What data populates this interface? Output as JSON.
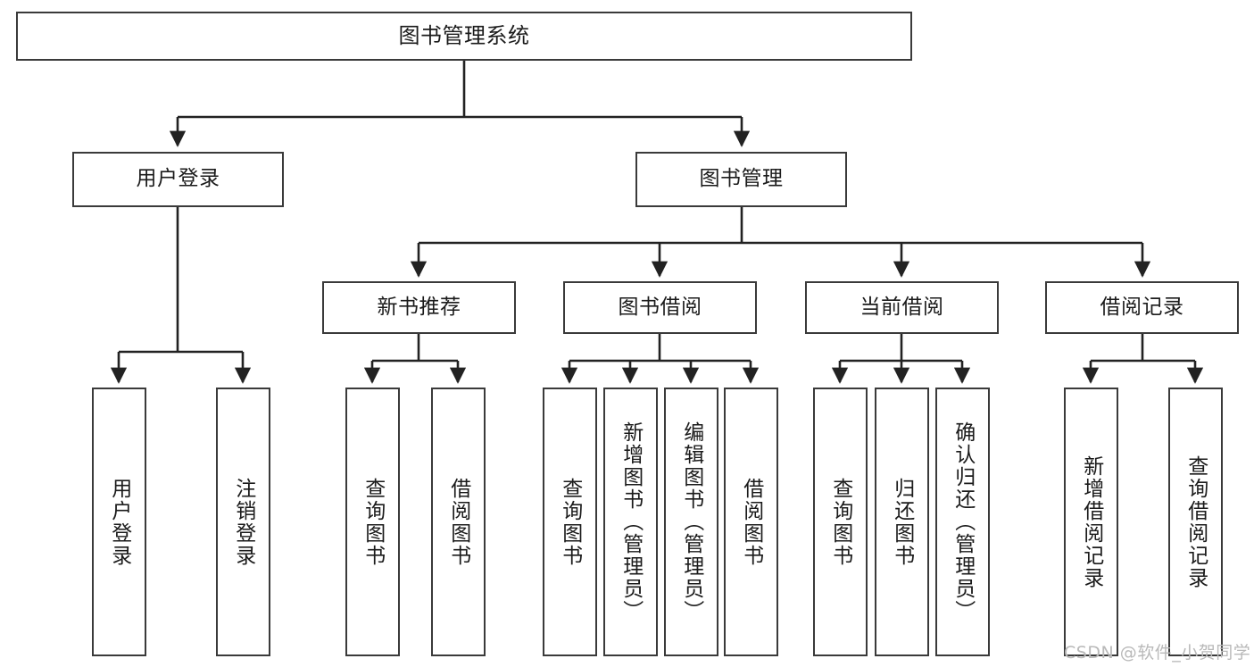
{
  "diagram": {
    "title": "图书管理系统",
    "type": "tree-hierarchy-diagram",
    "watermark": "CSDN @软件_小贺同学",
    "colors": {
      "box_border": "#3a3a3a",
      "box_fill": "#ffffff",
      "edge": "#222222",
      "text": "#1b1b1b",
      "watermark": "#b9b9b9",
      "background": "#ffffff"
    },
    "nodes": {
      "root": {
        "label": "图书管理系统"
      },
      "level2": [
        {
          "id": "user-login",
          "label": "用户登录"
        },
        {
          "id": "book-manage",
          "label": "图书管理"
        }
      ],
      "level3": [
        {
          "id": "new-book-recommend",
          "label": "新书推荐"
        },
        {
          "id": "book-borrow",
          "label": "图书借阅"
        },
        {
          "id": "current-borrow",
          "label": "当前借阅"
        },
        {
          "id": "borrow-record",
          "label": "借阅记录"
        }
      ],
      "leaves": [
        {
          "id": "leaf-user-login",
          "label": "用户登录",
          "parent": "user-login"
        },
        {
          "id": "leaf-user-logout",
          "label": "注销登录",
          "parent": "user-login"
        },
        {
          "id": "leaf-query-book-1",
          "label": "查询图书",
          "parent": "new-book-recommend"
        },
        {
          "id": "leaf-borrow-book-1",
          "label": "借阅图书",
          "parent": "new-book-recommend"
        },
        {
          "id": "leaf-query-book-2",
          "label": "查询图书",
          "parent": "book-borrow"
        },
        {
          "id": "leaf-add-book",
          "label": "新增图书（管理员）",
          "parent": "book-borrow"
        },
        {
          "id": "leaf-edit-book",
          "label": "编辑图书（管理员）",
          "parent": "book-borrow"
        },
        {
          "id": "leaf-borrow-book-2",
          "label": "借阅图书",
          "parent": "book-borrow"
        },
        {
          "id": "leaf-query-book-3",
          "label": "查询图书",
          "parent": "current-borrow"
        },
        {
          "id": "leaf-return-book",
          "label": "归还图书",
          "parent": "current-borrow"
        },
        {
          "id": "leaf-confirm-return",
          "label": "确认归还（管理员）",
          "parent": "current-borrow"
        },
        {
          "id": "leaf-add-record",
          "label": "新增借阅记录",
          "parent": "borrow-record"
        },
        {
          "id": "leaf-query-record",
          "label": "查询借阅记录",
          "parent": "borrow-record"
        }
      ]
    }
  }
}
